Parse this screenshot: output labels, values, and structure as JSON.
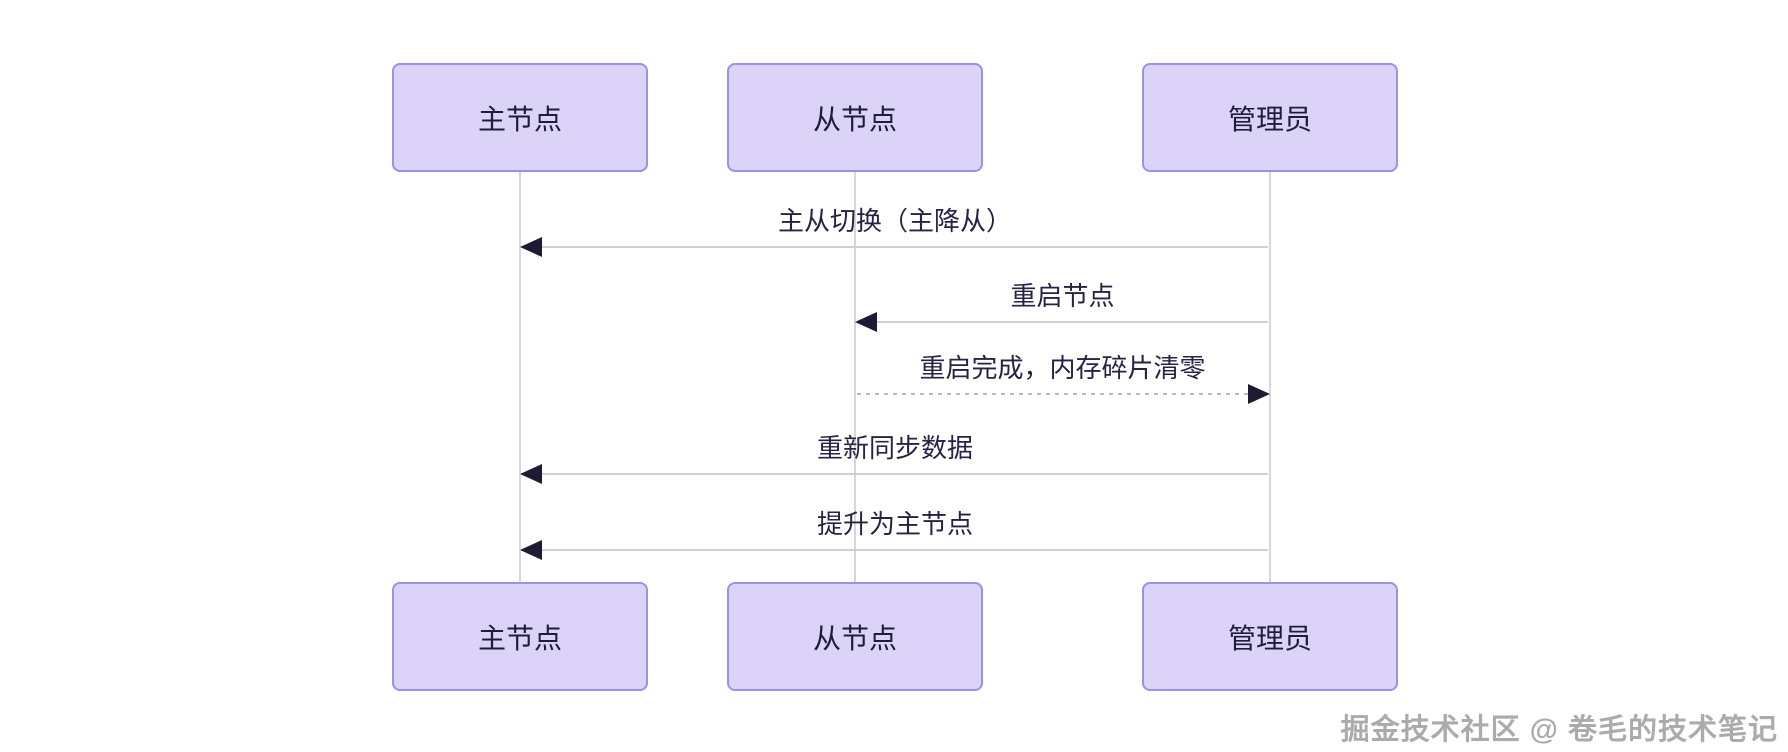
{
  "diagram": {
    "type": "sequence",
    "actors": [
      {
        "id": "master",
        "label": "主节点"
      },
      {
        "id": "slave",
        "label": "从节点"
      },
      {
        "id": "admin",
        "label": "管理员"
      }
    ],
    "messages": [
      {
        "from": "admin",
        "to": "master",
        "style": "solid",
        "direction": "left",
        "label": "主从切换（主降从）"
      },
      {
        "from": "admin",
        "to": "slave",
        "style": "solid",
        "direction": "left",
        "label": "重启节点"
      },
      {
        "from": "slave",
        "to": "admin",
        "style": "dashed",
        "direction": "right",
        "label": "重启完成，内存碎片清零"
      },
      {
        "from": "admin",
        "to": "master",
        "style": "solid",
        "direction": "left",
        "label": "重新同步数据"
      },
      {
        "from": "admin",
        "to": "master",
        "style": "solid",
        "direction": "left",
        "label": "提升为主节点"
      }
    ],
    "colors": {
      "background": "#ffffff",
      "actor_fill": "#dbd4f8",
      "actor_border": "#9f8fe6",
      "actor_text": "#1f1d3a",
      "message_text": "#262343",
      "solid_line": "#d0d0d0",
      "dashed_line": "#b9b9b9",
      "lifeline": "#d7d7d7",
      "arrowhead": "#1c1b33",
      "watermark_text": "#ababab"
    },
    "watermark": "掘金技术社区 @ 卷毛的技术笔记"
  }
}
